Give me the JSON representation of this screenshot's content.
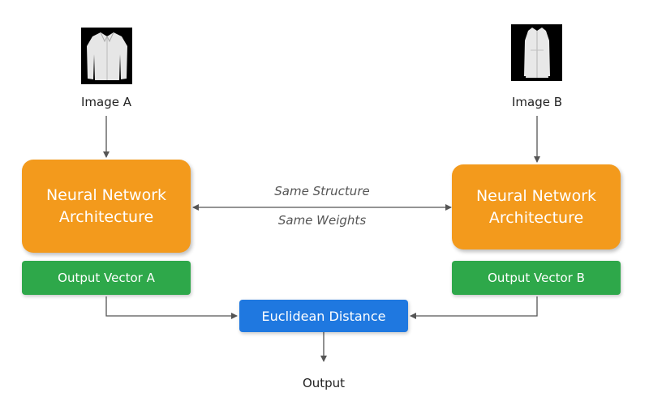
{
  "image_a": {
    "label": "Image A",
    "icon": "jacket-image"
  },
  "image_b": {
    "label": "Image B",
    "icon": "coat-image"
  },
  "network_a": {
    "line1": "Neural Network",
    "line2": "Architecture"
  },
  "network_b": {
    "line1": "Neural Network",
    "line2": "Architecture"
  },
  "shared": {
    "structure": "Same Structure",
    "weights": "Same Weights"
  },
  "output_a": "Output Vector A",
  "output_b": "Output Vector B",
  "distance": "Euclidean Distance",
  "output": "Output",
  "colors": {
    "network": "#f39a1c",
    "vector": "#2ea84a",
    "distance": "#1f78e0",
    "connector": "#555555"
  }
}
